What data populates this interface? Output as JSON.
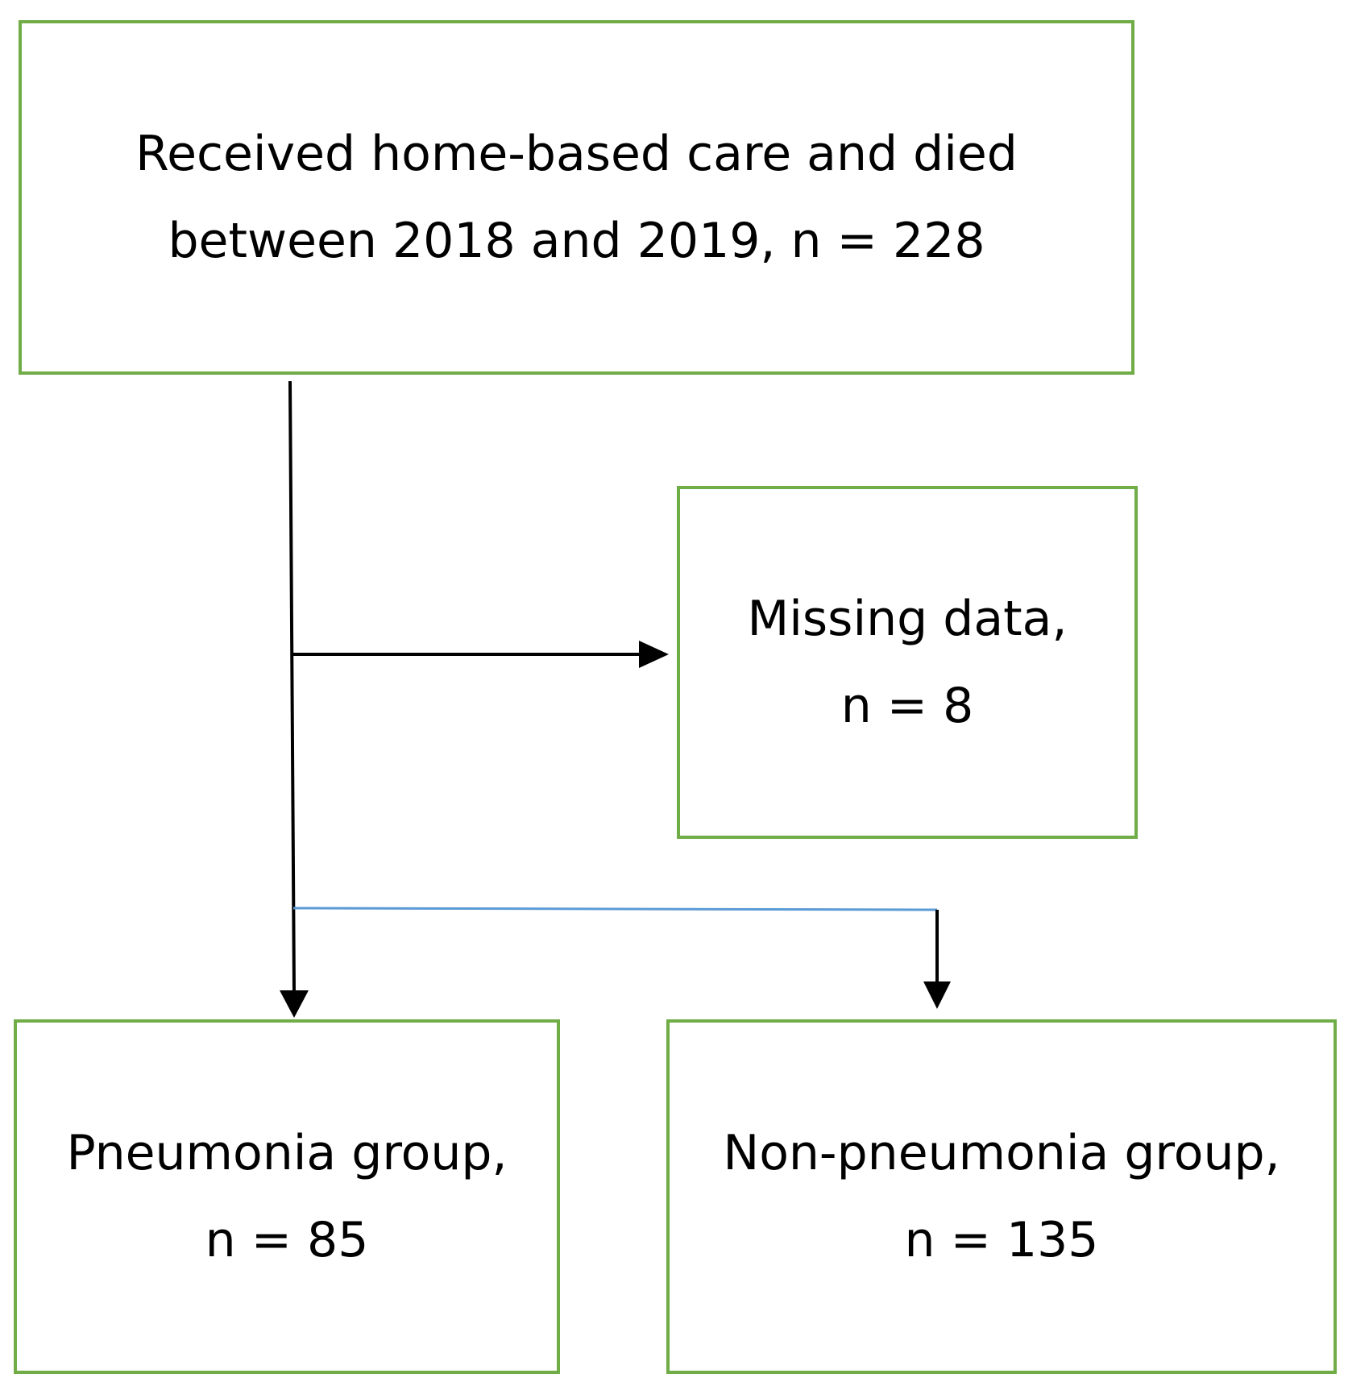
{
  "diagram": {
    "nodes": {
      "top": {
        "line1": "Received home-based care and died",
        "line2": "between 2018 and 2019, n = 228"
      },
      "missing": {
        "line1": "Missing data,",
        "line2": "n = 8"
      },
      "pneumonia": {
        "line1": "Pneumonia group,",
        "line2": "n = 85"
      },
      "non_pneumonia": {
        "line1": "Non-pneumonia group,",
        "line2": "n = 135"
      }
    },
    "edges": [
      {
        "from": "top",
        "to": "missing"
      },
      {
        "from": "top",
        "to": "pneumonia"
      },
      {
        "from": "top",
        "to": "non_pneumonia"
      }
    ],
    "colors": {
      "box_border": "#70ad47",
      "arrow": "#000000",
      "branch_line": "#5b9bd5",
      "text": "#000000"
    }
  }
}
